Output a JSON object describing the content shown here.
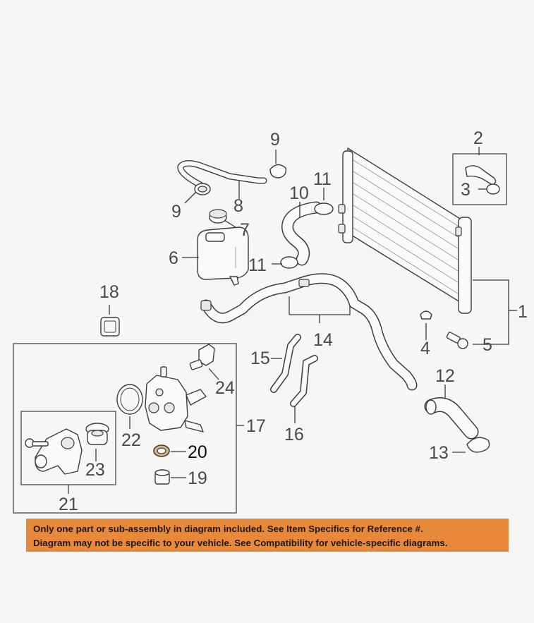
{
  "callouts": {
    "c1": "1",
    "c2": "2",
    "c3": "3",
    "c4": "4",
    "c5": "5",
    "c6": "6",
    "c7": "7",
    "c8": "8",
    "c9a": "9",
    "c9b": "9",
    "c10": "10",
    "c11a": "11",
    "c11b": "11",
    "c12": "12",
    "c13": "13",
    "c14": "14",
    "c15": "15",
    "c16": "16",
    "c17": "17",
    "c18": "18",
    "c19": "19",
    "c20": "20",
    "c21": "21",
    "c22": "22",
    "c23": "23",
    "c24": "24"
  },
  "highlighted_callout": "20",
  "notice": {
    "line1": "Only one part or sub-assembly in diagram included. See Item Specifics for Reference #.",
    "line2": "Diagram may not be specific to your vehicle. See Compatibility for vehicle-specific diagrams."
  },
  "colors": {
    "notice_background": "#e8893a",
    "highlighted_part": "#c8b89a"
  }
}
